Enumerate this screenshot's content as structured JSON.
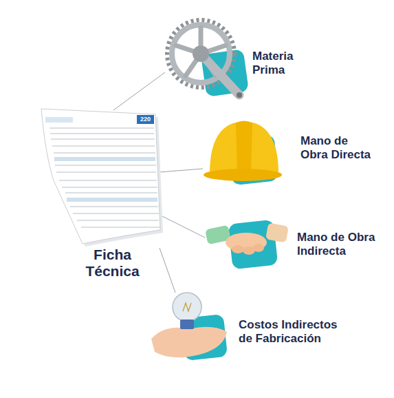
{
  "diagram": {
    "nodes": [
      {
        "text": [
          "Ficha Técnica"
        ]
      },
      {
        "text": [
          "Materia Prima"
        ]
      },
      {
        "text": [
          "Mano de Obra Directa"
        ]
      },
      {
        "text": [
          "Mano de Obra Indirecta"
        ]
      },
      {
        "text": [
          "Costos Indirectos de Fabricación"
        ]
      }
    ],
    "edges": [
      {
        "from": 0,
        "to": 1,
        "arrow": "none"
      },
      {
        "from": 0,
        "to": 2,
        "arrow": "none"
      },
      {
        "from": 0,
        "to": 3,
        "arrow": "none"
      },
      {
        "from": 0,
        "to": 4,
        "arrow": "none"
      }
    ],
    "labels": [
      "220"
    ]
  }
}
